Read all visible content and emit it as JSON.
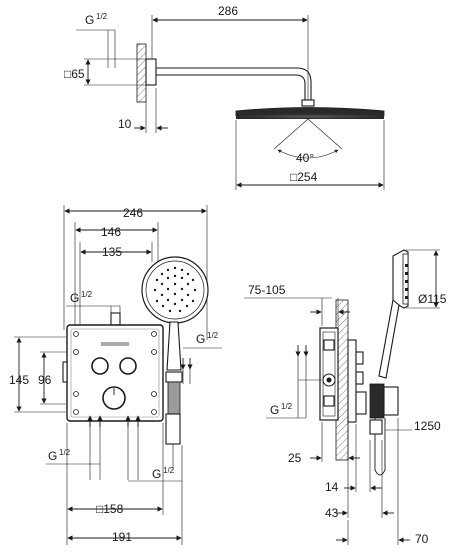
{
  "dimensions": {
    "top": {
      "g_half_label": "G",
      "g_half_frac": "1/2",
      "arm_length": "286",
      "escutcheon_square": "□65",
      "wall_depth": "10",
      "spray_angle": "40°",
      "head_square": "□254"
    },
    "front": {
      "total_width": "246",
      "dim_146": "146",
      "dim_135": "135",
      "g_half_top_label": "G",
      "g_half_top_frac": "1/2",
      "g_half_right_label": "G",
      "g_half_right_frac": "1/2",
      "height_145": "145",
      "height_96": "96",
      "g_half_bottom_left_label": "G",
      "g_half_bottom_left_frac": "1/2",
      "g_half_bottom_right_label": "G",
      "g_half_bottom_right_frac": "1/2",
      "plate_square": "□158",
      "dim_191": "191"
    },
    "side": {
      "wall_range": "75-105",
      "hand_diameter": "Ø115",
      "g_half_label": "G",
      "g_half_frac": "1/2",
      "hose_length": "1250",
      "dim_25": "25",
      "dim_14": "14",
      "dim_43": "43",
      "dim_70": "70"
    }
  }
}
